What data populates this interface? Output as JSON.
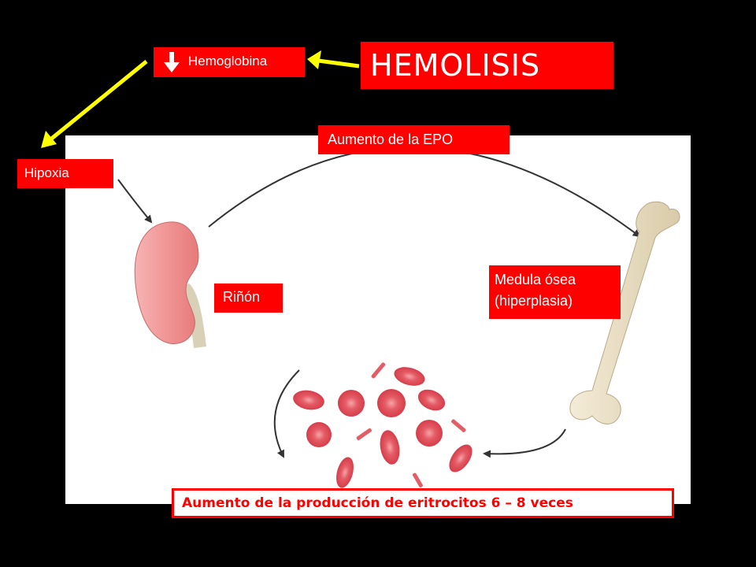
{
  "labels": {
    "hemolisis": "HEMOLISIS",
    "hemoglobina": "Hemoglobina",
    "hipoxia": "Hipoxia",
    "epo": "Aumento de la EPO",
    "rinon": "Riñón",
    "medula_line1": "Medula ósea",
    "medula_line2": "(hiperplasia)",
    "produccion": "Aumento de la producción de eritrocitos 6 – 8 veces"
  },
  "icons": {
    "hemoglobina_indicator": "down-arrow-icon"
  },
  "colors": {
    "background": "#000000",
    "label_red": "#ff0000",
    "arrow_yellow": "#ffff00",
    "kidney": "#f28c8c",
    "bone": "#e8dcc0",
    "rbc": "#e8505a"
  }
}
